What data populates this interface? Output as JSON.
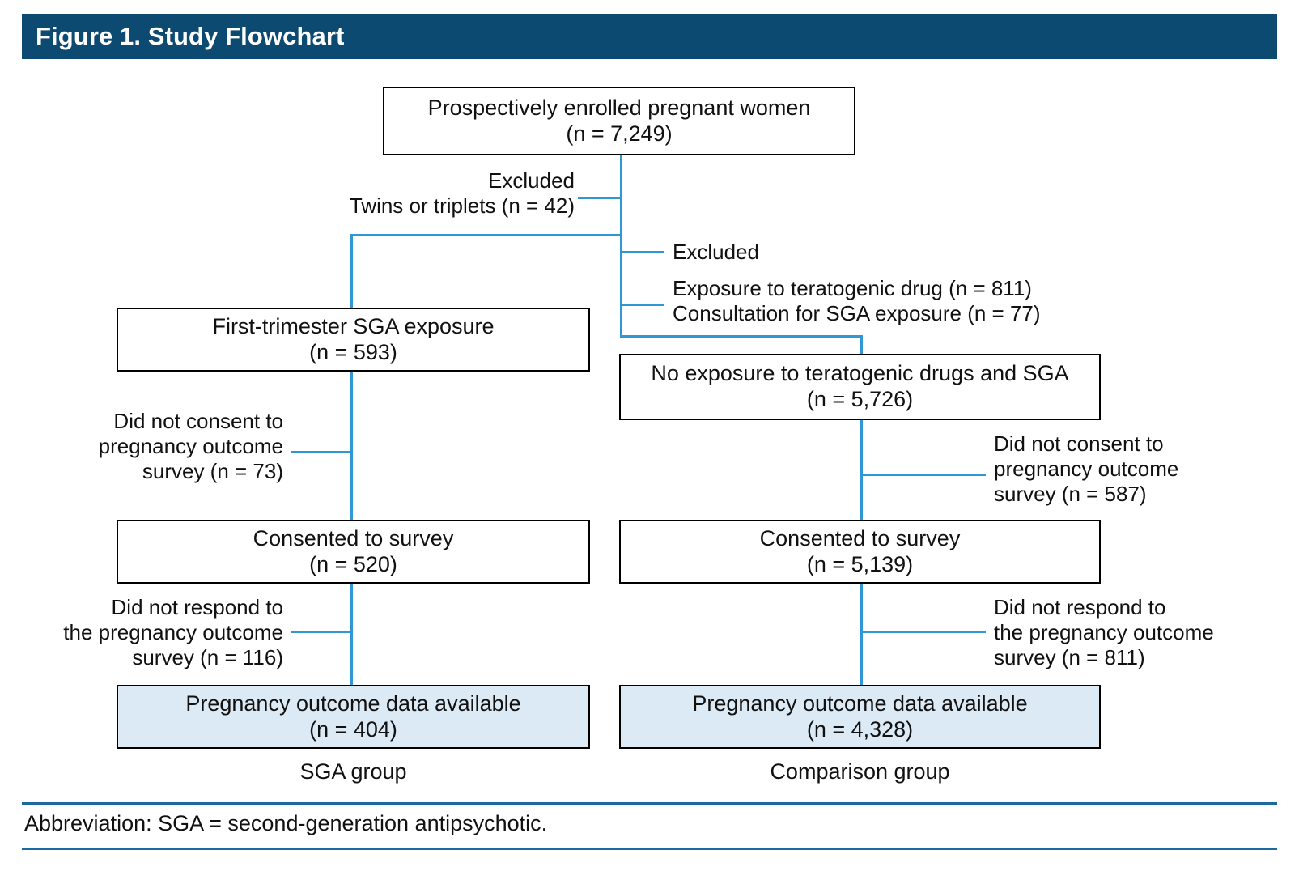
{
  "header": {
    "title": "Figure 1. Study Flowchart",
    "bar_color": "#0d4a72",
    "text_color": "#ffffff"
  },
  "theme": {
    "connector_color": "#2e97d4",
    "box_border_color": "#000000",
    "highlight_fill": "#dbeaf5",
    "rule_color": "#1b6a9c"
  },
  "nodes": {
    "enrolled": {
      "line1": "Prospectively enrolled pregnant women",
      "line2": "(n = 7,249)"
    },
    "sga_exposure": {
      "line1": "First-trimester SGA exposure",
      "line2": "(n = 593)"
    },
    "no_exposure": {
      "line1": "No exposure to teratogenic drugs and SGA",
      "line2": "(n = 5,726)"
    },
    "consented_left": {
      "line1": "Consented to survey",
      "line2": "(n = 520)"
    },
    "consented_right": {
      "line1": "Consented to survey",
      "line2": "(n = 5,139)"
    },
    "outcome_left": {
      "line1": "Pregnancy outcome data available",
      "line2": "(n = 404)"
    },
    "outcome_right": {
      "line1": "Pregnancy outcome data available",
      "line2": "(n = 4,328)"
    }
  },
  "notes": {
    "excluded_twins": {
      "line1": "Excluded",
      "line2": "Twins or triplets (n = 42)"
    },
    "excluded_teratogenic": {
      "line1": "Excluded",
      "line2": "Exposure to teratogenic drug (n = 811)",
      "line3": "Consultation for SGA exposure (n = 77)"
    },
    "no_consent_left": {
      "line1": "Did not consent to",
      "line2": "pregnancy outcome",
      "line3": "survey (n = 73)"
    },
    "no_consent_right": {
      "line1": "Did not consent to",
      "line2": "pregnancy outcome",
      "line3": "survey (n = 587)"
    },
    "no_respond_left": {
      "line1": "Did not respond to",
      "line2": "the pregnancy outcome",
      "line3": "survey (n = 116)"
    },
    "no_respond_right": {
      "line1": "Did not respond to",
      "line2": "the pregnancy outcome",
      "line3": "survey (n = 811)"
    }
  },
  "captions": {
    "left_group": "SGA group",
    "right_group": "Comparison group"
  },
  "footer": {
    "abbreviation": "Abbreviation: SGA = second-generation antipsychotic."
  },
  "chart_data": {
    "type": "flowchart",
    "title": "Figure 1. Study Flowchart",
    "nodes": [
      {
        "id": "enrolled",
        "label": "Prospectively enrolled pregnant women",
        "n": 7249
      },
      {
        "id": "sga_exposure",
        "label": "First-trimester SGA exposure",
        "n": 593
      },
      {
        "id": "no_exposure",
        "label": "No exposure to teratogenic drugs and SGA",
        "n": 5726
      },
      {
        "id": "consented_left",
        "label": "Consented to survey",
        "n": 520
      },
      {
        "id": "consented_right",
        "label": "Consented to survey",
        "n": 5139
      },
      {
        "id": "outcome_left",
        "label": "Pregnancy outcome data available",
        "n": 404
      },
      {
        "id": "outcome_right",
        "label": "Pregnancy outcome data available",
        "n": 4328
      }
    ],
    "exclusions": [
      {
        "label": "Twins or triplets",
        "n": 42
      },
      {
        "label": "Exposure to teratogenic drug",
        "n": 811
      },
      {
        "label": "Consultation for SGA exposure",
        "n": 77
      },
      {
        "label": "Did not consent to pregnancy outcome survey (SGA group)",
        "n": 73
      },
      {
        "label": "Did not consent to pregnancy outcome survey (Comparison group)",
        "n": 587
      },
      {
        "label": "Did not respond to the pregnancy outcome survey (SGA group)",
        "n": 116
      },
      {
        "label": "Did not respond to the pregnancy outcome survey (Comparison group)",
        "n": 811
      }
    ],
    "groups": [
      "SGA group",
      "Comparison group"
    ]
  }
}
